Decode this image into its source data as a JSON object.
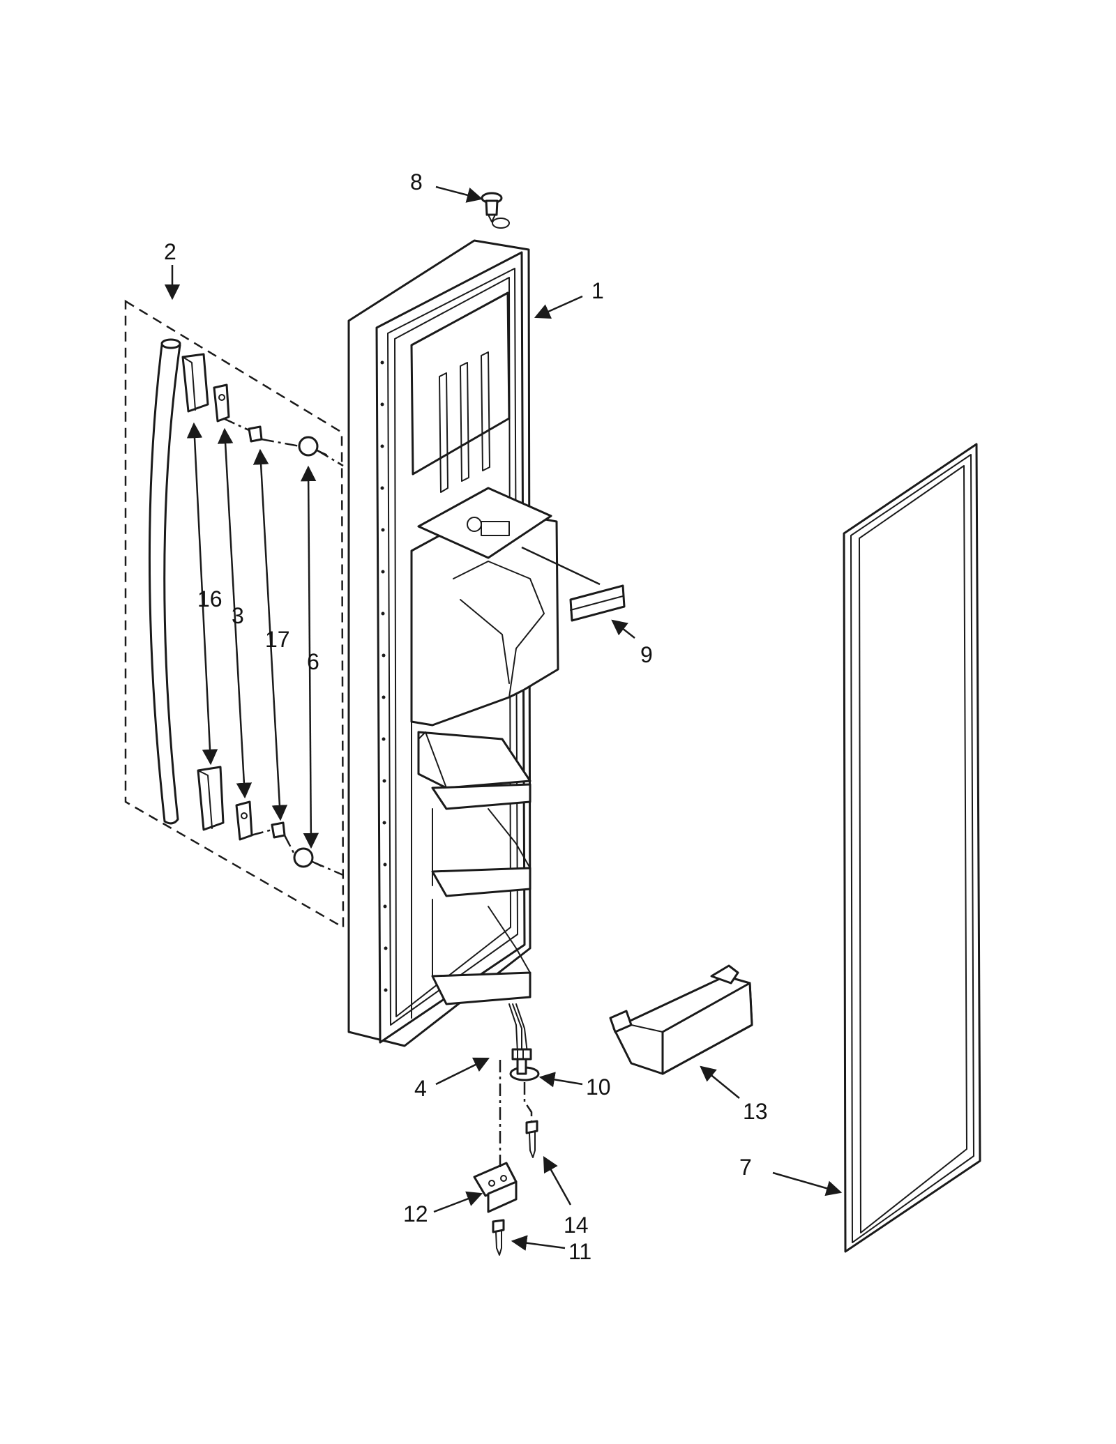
{
  "diagram": {
    "callouts": {
      "c1": "1",
      "c2": "2",
      "c3": "3",
      "c4": "4",
      "c6": "6",
      "c7": "7",
      "c8": "8",
      "c9": "9",
      "c10": "10",
      "c11": "11",
      "c12": "12",
      "c13": "13",
      "c14": "14",
      "c16": "16",
      "c17": "17"
    }
  }
}
